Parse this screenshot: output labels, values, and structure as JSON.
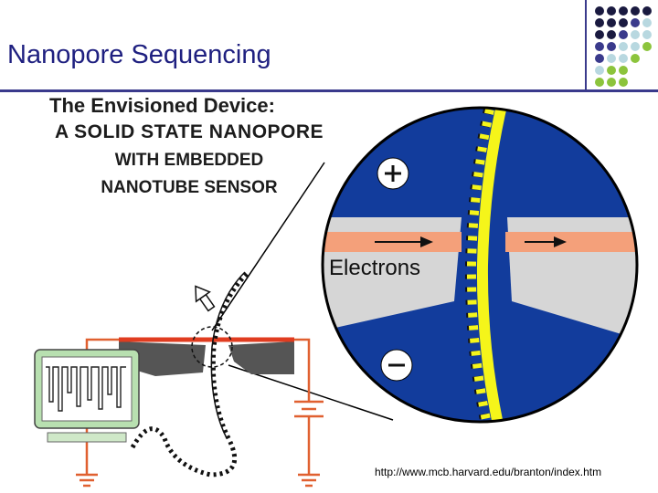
{
  "slide": {
    "title": "Nanopore Sequencing"
  },
  "heading": {
    "line1": "The Envisioned Device:",
    "line2": "A SOLID STATE NANOPORE",
    "line3": "WITH EMBEDDED",
    "line4": "NANOTUBE SENSOR"
  },
  "diagram": {
    "electrons_label": "Electrons",
    "plus_symbol": "+",
    "minus_symbol": "–"
  },
  "source": {
    "url": "http://www.mcb.harvard.edu/branton/index.htm"
  },
  "colors": {
    "title": "#1f2080",
    "circle_blue": "#123c9c",
    "membrane_gray": "#d6d6d6",
    "nanotube_orange": "#f4a07a",
    "dna_yellow": "#f5f51a",
    "circuit_orange": "#e06030",
    "scope_green": "#b8e0b0"
  },
  "icons": [
    "plus-icon",
    "minus-icon",
    "arrow-right-icon",
    "ground-icon",
    "battery-icon",
    "oscilloscope-icon"
  ]
}
